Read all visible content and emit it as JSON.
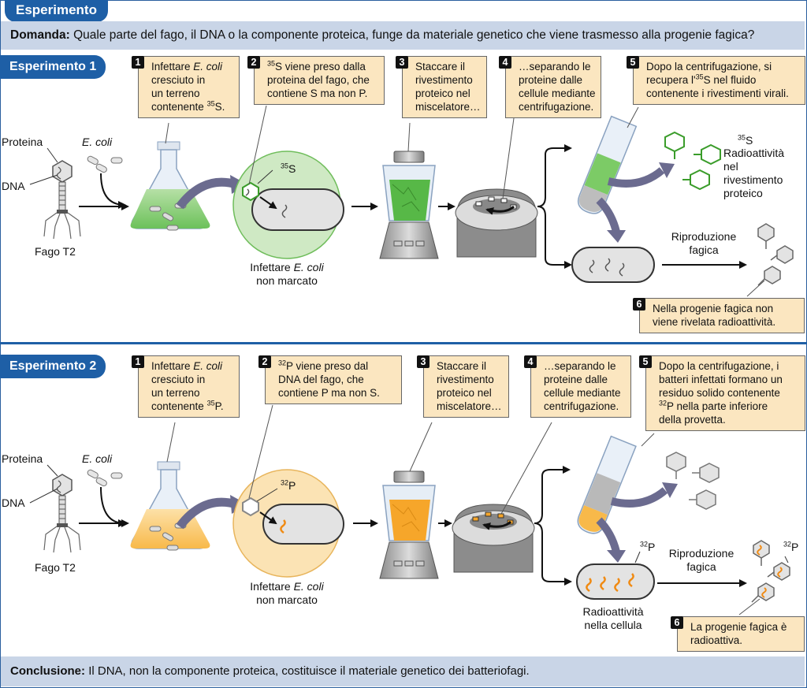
{
  "header": {
    "title": "Esperimento",
    "question_label": "Domanda:",
    "question_text": "Quale parte del fago, il DNA o la componente proteica, funge da materiale genetico che viene trasmesso alla progenie fagica?"
  },
  "exp1": {
    "tab": "Esperimento 1",
    "labels": {
      "protein": "Proteina",
      "ecoli": "E. coli",
      "dna": "DNA",
      "phage": "Fago T2",
      "infect_line1_pre": "Infettare ",
      "infect_line1_em": "E. coli",
      "infect_line2": "non marcato",
      "isotope_sup": "35",
      "isotope_el": "S",
      "result_isotope_sup": "35",
      "result_isotope_el": "S",
      "radio_1": "Radioattività",
      "radio_2": "nel",
      "radio_3": "rivestimento",
      "radio_4": "proteico",
      "repro_1": "Riproduzione",
      "repro_2": "fagica"
    },
    "steps": {
      "s1": {
        "num": "1",
        "l1_pre": "Infettare ",
        "l1_em": "E. coli",
        "l2": "cresciuto in",
        "l3": "un terreno",
        "l4_pre": "contenente ",
        "l4_sup": "35",
        "l4_post": "S."
      },
      "s2": {
        "num": "2",
        "l1_sup": "35",
        "l1_post": "S viene preso dalla",
        "l2": "proteina del fago, che",
        "l3": "contiene S ma non P."
      },
      "s3": {
        "num": "3",
        "l1": "Staccare il",
        "l2": "rivestimento",
        "l3": "proteico nel",
        "l4": "miscelatore…"
      },
      "s4": {
        "num": "4",
        "l1": "…separando le",
        "l2": "proteine dalle",
        "l3": "cellule mediante",
        "l4": "centrifugazione."
      },
      "s5": {
        "num": "5",
        "l1": "Dopo la centrifugazione, si",
        "l2_pre": "recupera l'",
        "l2_sup": "35",
        "l2_post": "S nel fluido",
        "l3": "contenente i rivestimenti virali."
      },
      "s6": {
        "num": "6",
        "l1": "Nella progenie fagica non",
        "l2": "viene rivelata radioattività."
      }
    }
  },
  "exp2": {
    "tab": "Esperimento 2",
    "labels": {
      "protein": "Proteina",
      "ecoli": "E. coli",
      "dna": "DNA",
      "phage": "Fago T2",
      "infect_line1_pre": "Infettare ",
      "infect_line1_em": "E. coli",
      "infect_line2": "non marcato",
      "isotope_sup": "32",
      "isotope_el": "P",
      "cell_isotope_sup": "32",
      "cell_isotope_el": "P",
      "progeny_isotope_sup": "32",
      "progeny_isotope_el": "P",
      "repro_1": "Riproduzione",
      "repro_2": "fagica",
      "cell_radio_1": "Radioattività",
      "cell_radio_2": "nella cellula"
    },
    "steps": {
      "s1": {
        "num": "1",
        "l1_pre": "Infettare ",
        "l1_em": "E. coli",
        "l2": "cresciuto in",
        "l3": "un  terreno",
        "l4_pre": "contenente ",
        "l4_sup": "35",
        "l4_post": "P."
      },
      "s2": {
        "num": "2",
        "l1_sup": "32",
        "l1_post": "P viene preso dal",
        "l2": "DNA del fago, che",
        "l3": "contiene P ma non S."
      },
      "s3": {
        "num": "3",
        "l1": "Staccare il",
        "l2": "rivestimento",
        "l3": "proteico nel",
        "l4": "miscelatore…"
      },
      "s4": {
        "num": "4",
        "l1": "…separando le",
        "l2": "proteine dalle",
        "l3": "cellule mediante",
        "l4": "centrifugazione."
      },
      "s5": {
        "num": "5",
        "l1": "Dopo la centrifugazione, i",
        "l2": "batteri infettati formano un",
        "l3": "residuo solido contenente",
        "l4_sup": "32",
        "l4_post": "P nella parte inferiore",
        "l5": "della provetta."
      },
      "s6": {
        "num": "6",
        "l1": "La progenie fagica è",
        "l2": "radioattiva."
      }
    }
  },
  "conclusion": {
    "label": "Conclusione:",
    "text": "Il DNA, non la componente proteica, costituisce il materiale genetico dei batteriofagi."
  },
  "colors": {
    "blue": "#1e5fa6",
    "light_blue": "#c9d5e7",
    "callout": "#fbe6c0",
    "green_fill": "#8fd37a",
    "green_light": "#d4ecc8",
    "orange_fill": "#f9c66b",
    "orange_light": "#fbe3b4",
    "orange_dna": "#f08a12"
  }
}
